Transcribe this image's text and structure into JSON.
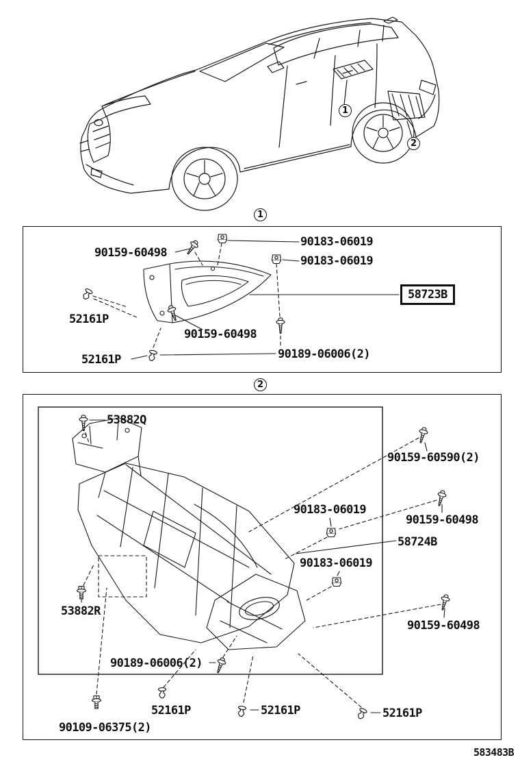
{
  "doc": {
    "code": "583483B"
  },
  "callouts": {
    "car1": "1",
    "car2": "2",
    "section1": "1",
    "section2": "2"
  },
  "section1": {
    "highlight": "58723B",
    "labels": [
      "90159-60498",
      "90183-06019",
      "90183-06019",
      "52161P",
      "90159-60498",
      "52161P",
      "90189-06006(2)"
    ]
  },
  "section2": {
    "labels": [
      "53882Q",
      "90159-60590(2)",
      "90183-06019",
      "90159-60498",
      "58724B",
      "90183-06019",
      "53882R",
      "90159-60498",
      "90189-06006(2)",
      "52161P",
      "52161P",
      "52161P",
      "90109-06375(2)"
    ]
  }
}
